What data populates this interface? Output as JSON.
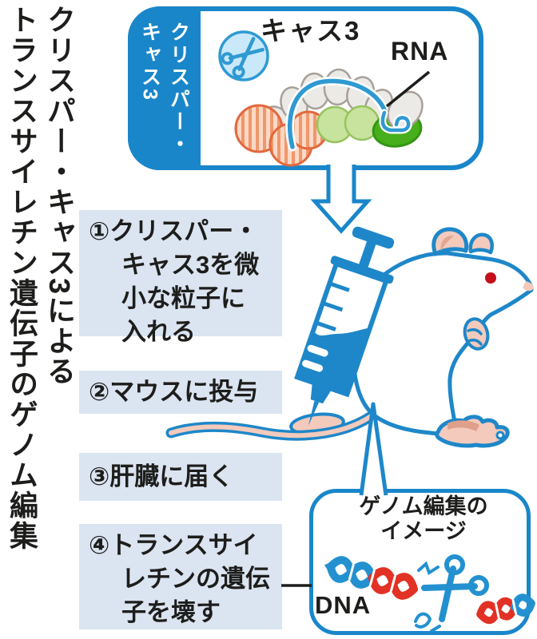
{
  "title": {
    "text": "クリスパー・キャス3による\nトランスサイレチン遺伝子のゲノム編集"
  },
  "crispr_box": {
    "tab_label": "クリスパー・\nキャス3",
    "cas3_label": "キャス3",
    "rna_label": "RNA"
  },
  "steps": [
    {
      "text": "①クリスパー・\nキャス3を微\n小な粒子に\n入れる"
    },
    {
      "text": "②マウスに投与"
    },
    {
      "text": "③肝臓に届く"
    },
    {
      "text": "④トランスサイ\nレチンの遺伝\n子を壊す"
    }
  ],
  "bubble": {
    "title": "ゲノム編集の\nイメージ",
    "dna_label": "DNA"
  },
  "icons": [
    "scissors-icon",
    "down-arrow-icon",
    "syringe-icon",
    "mouse-illustration",
    "rna-strand-icon",
    "protein-complex-icon",
    "dna-helix-icon",
    "speech-bubble"
  ],
  "colors": {
    "primary_blue": "#1a86ca",
    "outline_blue": "#1e87c9",
    "light_blue_fill": "#c9e8f9",
    "panel_bg": "#dbe4f1",
    "mouse_pink": "#f3cabc",
    "shade_pink": "#e2a791",
    "eye_red": "#c50f1c",
    "dna_red": "#e23125",
    "dna_blue": "#2391d0",
    "gene_green": "#48af1c",
    "protein_gray": "#eceae7",
    "protein_orange_stripe": "#f0976b",
    "protein_green": "#c8e39e",
    "text_black": "#1d1d1b"
  }
}
